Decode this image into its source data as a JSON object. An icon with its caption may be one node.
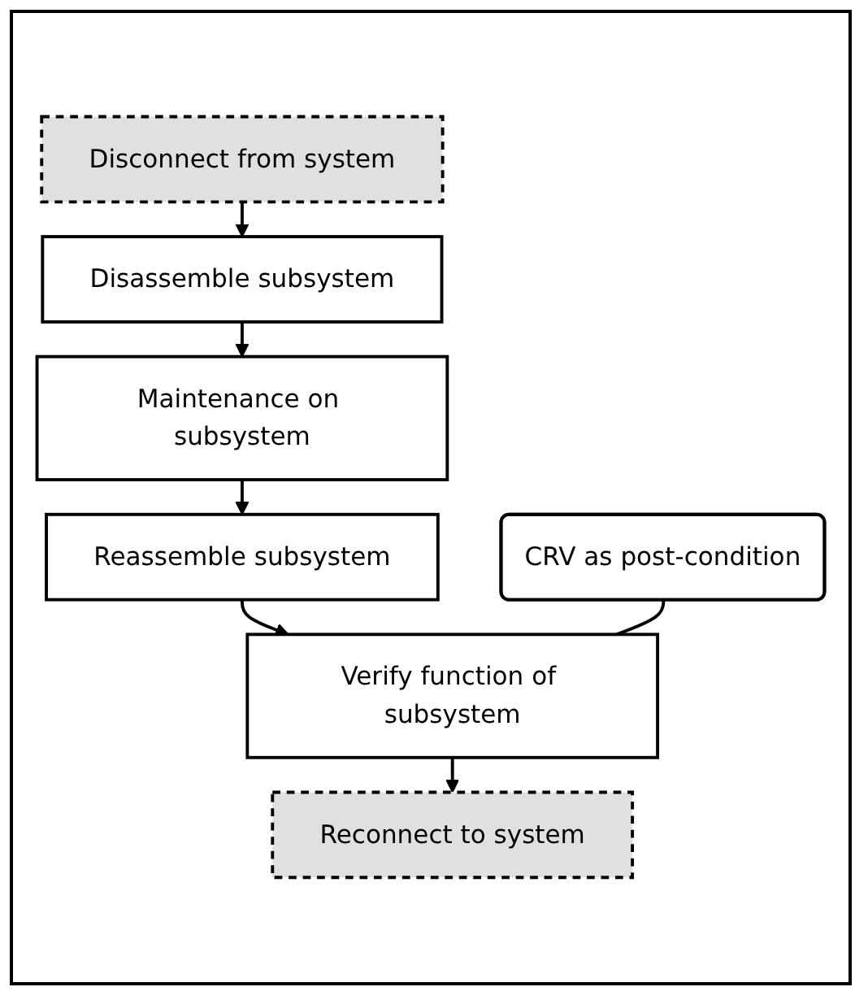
{
  "diagram": {
    "nodes": [
      {
        "text": [
          "Disconnect from system"
        ]
      },
      {
        "text": [
          "Disassemble subsystem"
        ]
      },
      {
        "text": [
          "Maintenance on subsystem"
        ]
      },
      {
        "text": [
          "Reassemble subsystem"
        ]
      },
      {
        "text": [
          "Verify function of subsystem"
        ]
      },
      {
        "text": [
          "Reconnect to system"
        ]
      },
      {
        "text": [
          "CRV as post-condition"
        ]
      }
    ],
    "edges": [
      {
        "from": 0,
        "to": 1,
        "arrow": "to"
      },
      {
        "from": 1,
        "to": 2,
        "arrow": "to"
      },
      {
        "from": 2,
        "to": 3,
        "arrow": "to"
      },
      {
        "from": 3,
        "to": 4,
        "arrow": "to"
      },
      {
        "from": 4,
        "to": 5,
        "arrow": "to"
      },
      {
        "from": 6,
        "to": 4,
        "arrow": "none"
      }
    ]
  }
}
